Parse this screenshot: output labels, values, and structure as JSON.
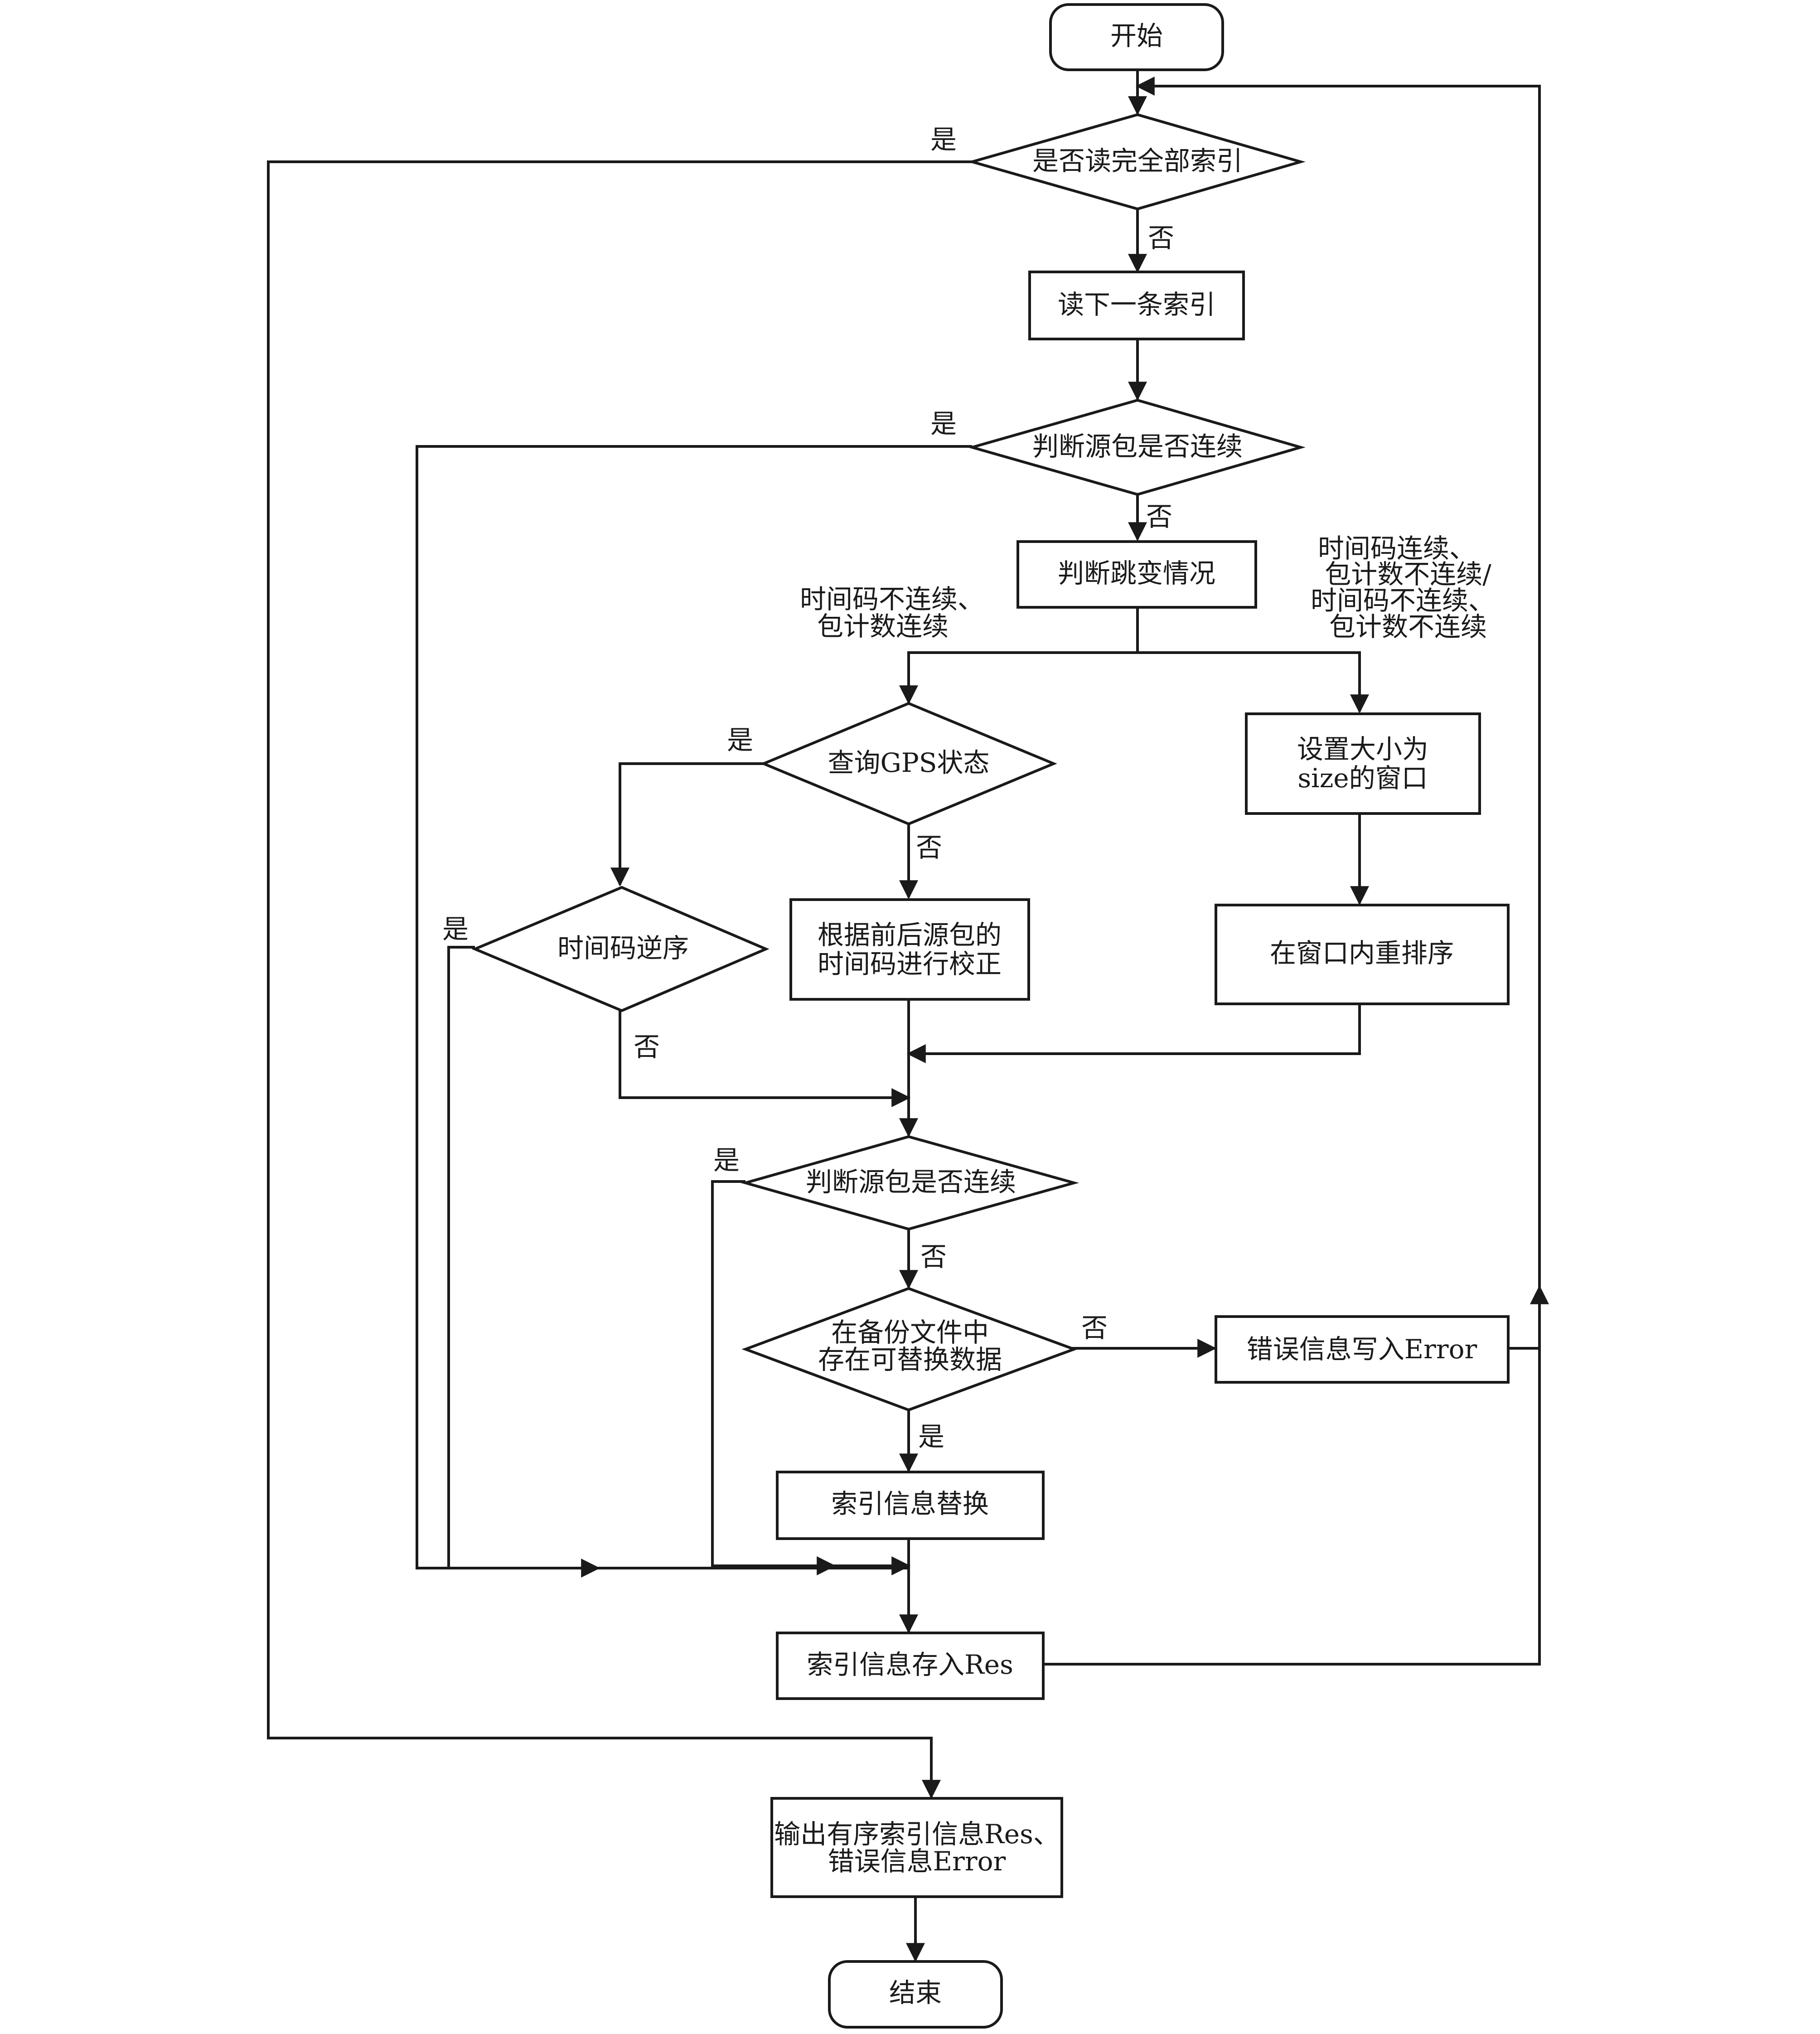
{
  "nodes": {
    "start": "开始",
    "read_all": "是否读完全部索引",
    "read_next": "读下一条索引",
    "judge_cont1": "判断源包是否连续",
    "judge_jump": "判断跳变情况",
    "gps": "查询GPS状态",
    "correct": [
      "根据前后源包的",
      "时间码进行校正"
    ],
    "window": [
      "设置大小为",
      "size的窗口"
    ],
    "reorder": "在窗口内重排序",
    "reverse": "时间码逆序",
    "judge_cont2": "判断源包是否连续",
    "backup": [
      "在备份文件中",
      "存在可替换数据"
    ],
    "error": "错误信息写入Error",
    "replace": "索引信息替换",
    "store": "索引信息存入Res",
    "output": [
      "输出有序索引信息Res、",
      "错误信息Error"
    ],
    "end": "结束"
  },
  "labels": {
    "yes": "是",
    "no": "否",
    "case_left": [
      "时间码不连续、",
      "包计数连续"
    ],
    "case_right": [
      "时间码连续、",
      "包计数不连续/",
      "时间码不连续、",
      "包计数不连续"
    ]
  }
}
